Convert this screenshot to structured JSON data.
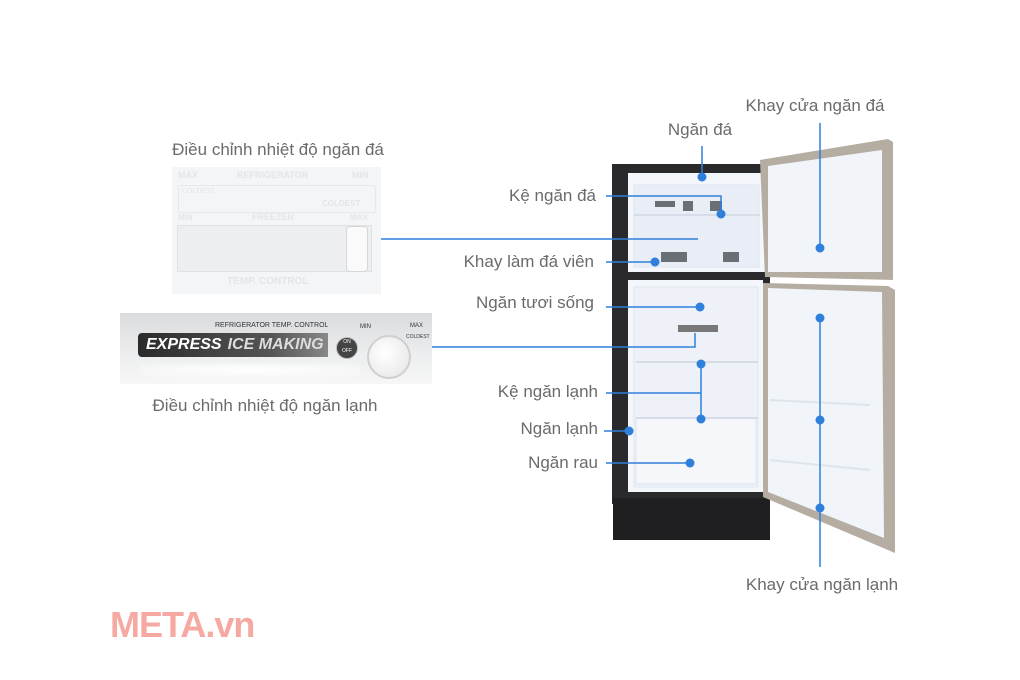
{
  "labels": {
    "freezer_door_tray": "Khay cửa ngăn đá",
    "freezer": "Ngăn đá",
    "freezer_shelf": "Kệ ngăn đá",
    "ice_tray": "Khay làm đá viên",
    "fresh_compartment": "Ngăn tươi sống",
    "fridge_shelf": "Kệ ngăn lạnh",
    "fridge": "Ngăn lạnh",
    "vegetable_drawer": "Ngăn rau",
    "fridge_door_tray": "Khay cửa ngăn lạnh",
    "freezer_control": "Điều chỉnh nhiệt độ ngăn đá",
    "fridge_control": "Điều chỉnh nhiệt độ ngăn lạnh"
  },
  "freezer_panel": {
    "max": "MAX",
    "refrigerator": "REFRIGERATOR",
    "min": "MIN",
    "coldest_left": "COLDEST",
    "coldest": "COLDEST",
    "min2": "MIN",
    "freezer": "FREEZER",
    "max2": "MAX",
    "temp_control": "TEMP. CONTROL"
  },
  "fridge_panel": {
    "title": "REFRIGERATOR TEMP. CONTROL",
    "express": "EXPRESS",
    "ice_making": "ICE MAKING",
    "on": "ON",
    "off": "OFF",
    "min": "MIN",
    "max": "MAX",
    "coldest": "COLDEST"
  },
  "watermark": "META.vn",
  "colors": {
    "callout": "#2f7fdc",
    "label": "#6b6b6b",
    "watermark": "#f6a9a2"
  }
}
